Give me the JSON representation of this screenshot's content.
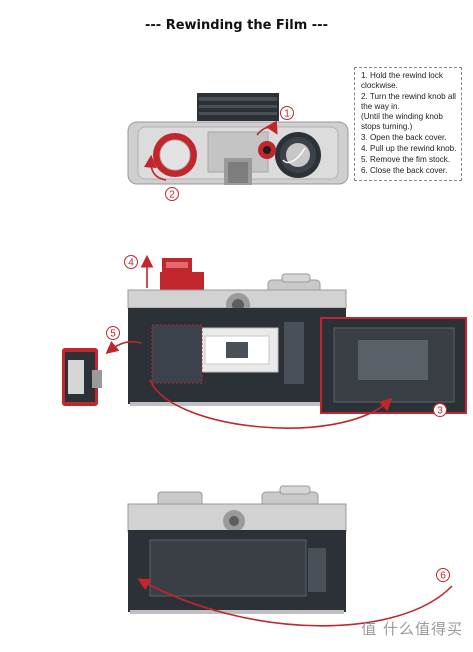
{
  "title": "--- Rewinding the Film ---",
  "instructions": {
    "steps": [
      {
        "num": "1.",
        "text": "Hold the rewind lock clockwise."
      },
      {
        "num": "2.",
        "text": "Turn the rewind knob all the way in.",
        "note": "(Until the winding knob stops turning.)"
      },
      {
        "num": "3.",
        "text": "Open the back cover."
      },
      {
        "num": "4.",
        "text": "Pull up the rewind knob."
      },
      {
        "num": "5.",
        "text": "Remove the fim stock."
      },
      {
        "num": "6.",
        "text": "Close the back cover."
      }
    ]
  },
  "callouts": [
    "1",
    "2",
    "3",
    "4",
    "5",
    "6"
  ],
  "watermark": "值 什么值得买",
  "colors": {
    "accent": "#c0262c",
    "body_gray": "#cfcfcf",
    "dark": "#2c3137",
    "panel": "#3a3f46"
  }
}
